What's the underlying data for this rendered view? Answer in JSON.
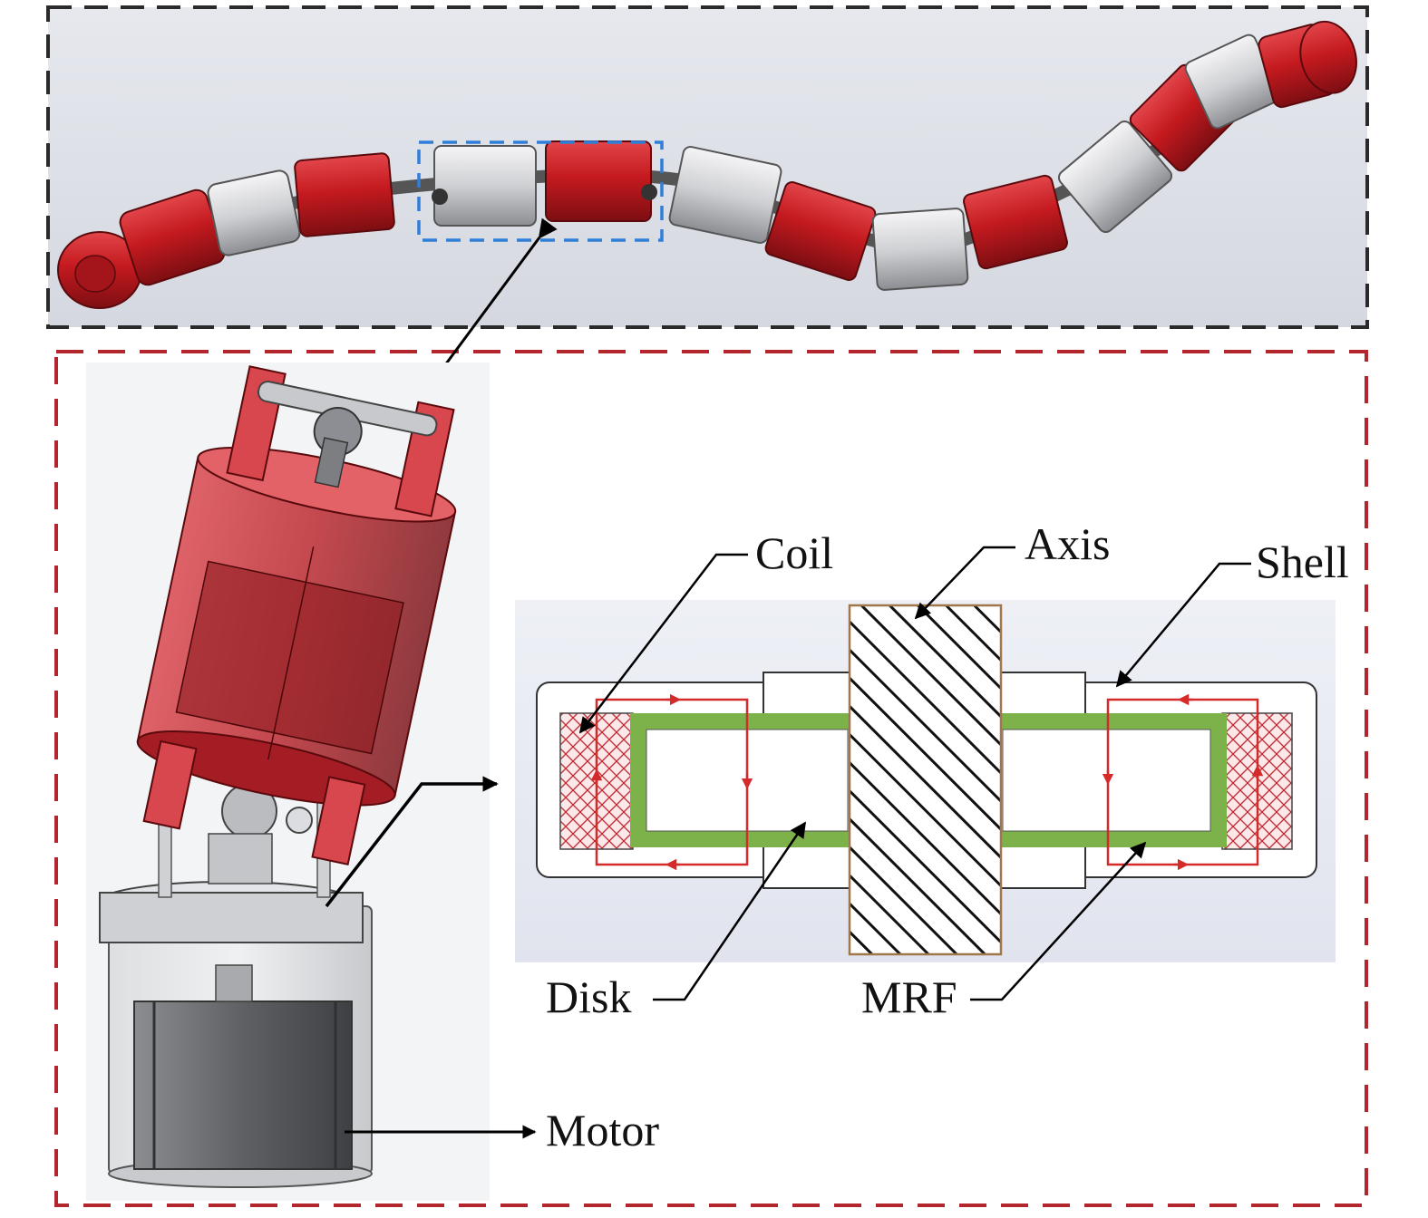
{
  "labels": {
    "coil": "Coil",
    "axis": "Axis",
    "shell": "Shell",
    "disk": "Disk",
    "mrf": "MRF",
    "motor": "Motor"
  },
  "colors": {
    "red_segment": "#c41a1f",
    "gray_segment": "#cfd0d3",
    "top_frame": "#2a2a2a",
    "bottom_frame": "#b3262d",
    "highlight_box": "#2f7ed8",
    "disk_green": "#7db24b",
    "flux_red": "#d42a2a",
    "hatch_brown": "#a0774a"
  },
  "icons": [
    "arrow-icon"
  ]
}
